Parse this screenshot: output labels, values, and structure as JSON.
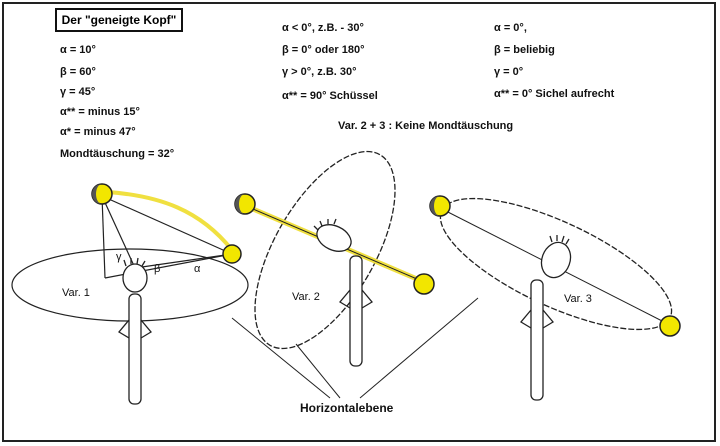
{
  "title": "Der \"geneigte Kopf\"",
  "var1_params": [
    "α = 10°",
    "β = 60°",
    "γ = 45°",
    "α** = minus 15°",
    "α* = minus 47°"
  ],
  "mond_taeuschung": "Mondtäuschung = 32°",
  "var2_params": [
    "α < 0°, z.B. - 30°",
    "β = 0° oder 180°",
    "γ > 0°, z.B. 30°",
    "α** = 90° Schüssel"
  ],
  "var3_params": [
    "α = 0°,",
    "β = beliebig",
    "γ = 0°",
    "α** = 0° Sichel aufrecht"
  ],
  "var23_note": "Var. 2 + 3 : Keine Mondtäuschung",
  "labels": {
    "var1": "Var. 1",
    "var2": "Var. 2",
    "var3": "Var. 3",
    "horizontal": "Horizontalebene",
    "gamma": "γ",
    "beta": "β",
    "alpha": "α"
  },
  "colors": {
    "sun": "#f2e600",
    "moon_dark": "#555555",
    "line": "#222222",
    "highlight": "#f0e040"
  }
}
